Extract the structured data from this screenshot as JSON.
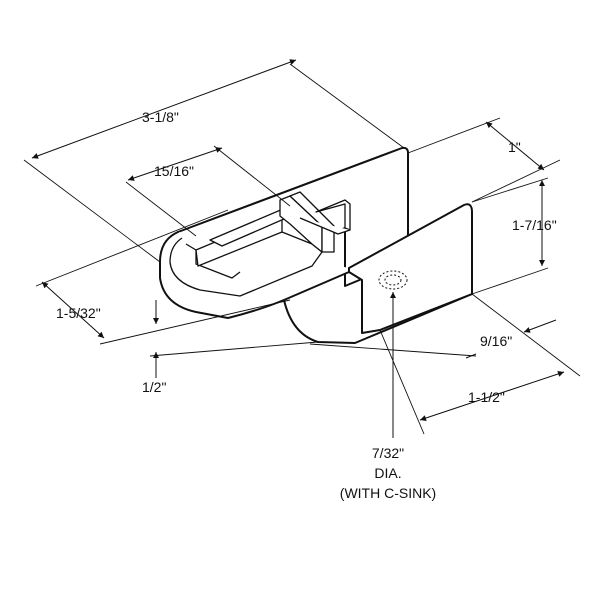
{
  "dimensions": {
    "overall_length": "3-1/8\"",
    "depth": "1\"",
    "slot_width": "15/16\"",
    "height": "1-7/16\"",
    "front_height": "1-5/32\"",
    "base_offset": "1/2\"",
    "lower_depth": "9/16\"",
    "hole_offset": "1-1/2\""
  },
  "hole_note": {
    "size": "7/32\"",
    "line2": "DIA.",
    "line3": "(WITH C-SINK)"
  },
  "colors": {
    "line": "#111111",
    "background": "#ffffff"
  }
}
